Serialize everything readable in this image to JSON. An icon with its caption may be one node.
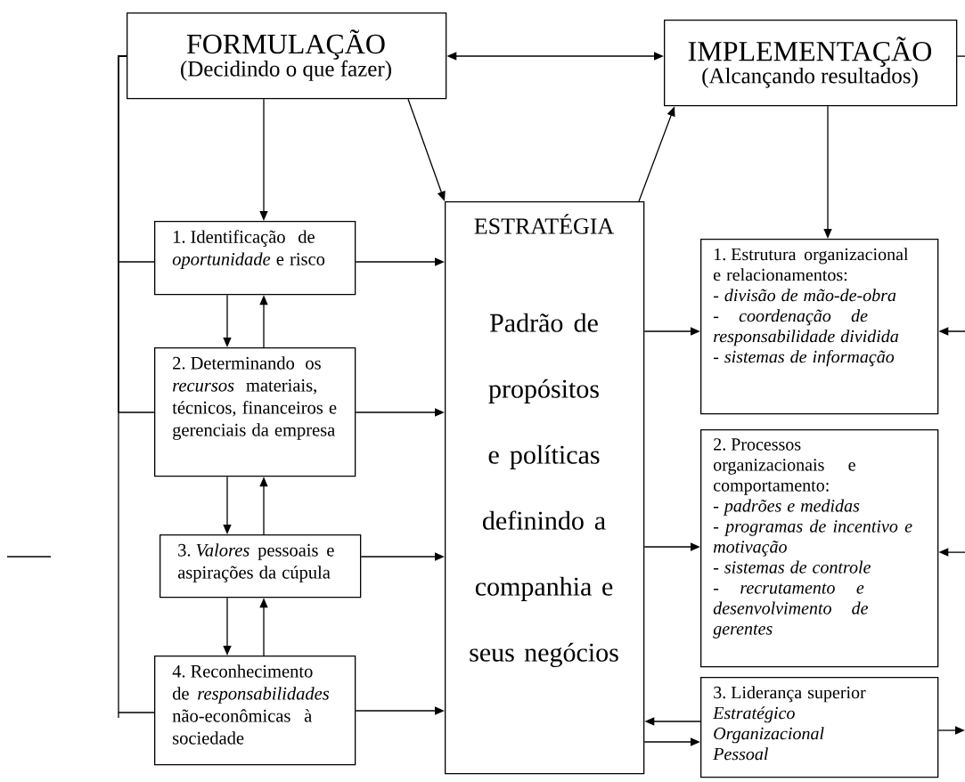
{
  "diagram": {
    "nodes": [
      {
        "text": [
          "FORMULAÇÃO",
          "(Decidindo o que fazer)"
        ]
      },
      {
        "text": [
          "IMPLEMENTAÇÃO",
          "(Alcançando resultados)"
        ]
      },
      {
        "text": [
          "1. Identificação de *oportunidade* e risco"
        ]
      },
      {
        "text": [
          "2. Determinando os *recursos* materiais, técnicos, financeiros e gerenciais da empresa"
        ]
      },
      {
        "text": [
          "3. *Valores* pessoais e aspirações da cúpula"
        ]
      },
      {
        "text": [
          "4. Reconhecimento de *responsabilidades* não-econômicas à sociedade"
        ]
      },
      {
        "text": [
          "ESTRATÉGIA",
          "Padrão de propósitos e políticas definindo a companhia e seus negócios"
        ]
      },
      {
        "text": [
          "1. Estrutura organizacional e relacionamentos:",
          "- divisão de mão-de-obra",
          "- coordenação de responsabilidade dividida",
          "- sistemas de informação"
        ]
      },
      {
        "text": [
          "2. Processos organizacionais e comportamento:",
          "- padrões e medidas",
          "- programas de incentivo e motivação",
          "- sistemas de controle",
          "- recrutamento e desenvolvimento de gerentes"
        ]
      },
      {
        "text": [
          "3. Liderança superior",
          "Estratégico",
          "Organizacional",
          "Pessoal"
        ]
      }
    ],
    "edges": [
      {
        "from": 0,
        "to": 1,
        "arrow": "both"
      },
      {
        "from": 0,
        "to": 2,
        "arrow": "to"
      },
      {
        "from": 0,
        "to": 6,
        "arrow": "to"
      },
      {
        "from": 6,
        "to": 1,
        "arrow": "to"
      },
      {
        "from": 1,
        "to": 7,
        "arrow": "to"
      },
      {
        "from": 2,
        "to": 3,
        "arrow": "to"
      },
      {
        "from": 3,
        "to": 2,
        "arrow": "to"
      },
      {
        "from": 3,
        "to": 4,
        "arrow": "to"
      },
      {
        "from": 4,
        "to": 3,
        "arrow": "to"
      },
      {
        "from": 4,
        "to": 5,
        "arrow": "to"
      },
      {
        "from": 5,
        "to": 4,
        "arrow": "to"
      },
      {
        "from": 2,
        "to": 6,
        "arrow": "to"
      },
      {
        "from": 3,
        "to": 6,
        "arrow": "to"
      },
      {
        "from": 4,
        "to": 6,
        "arrow": "to"
      },
      {
        "from": 5,
        "to": 6,
        "arrow": "to"
      },
      {
        "from": 6,
        "to": 7,
        "arrow": "to"
      },
      {
        "from": 6,
        "to": 8,
        "arrow": "to"
      },
      {
        "from": 9,
        "to": 6,
        "arrow": "to"
      },
      {
        "from": 6,
        "to": 9,
        "arrow": "to"
      },
      {
        "from": 0,
        "to": 2,
        "arrow": "none"
      },
      {
        "from": 0,
        "to": 3,
        "arrow": "none"
      },
      {
        "from": 0,
        "to": 5,
        "arrow": "none"
      },
      {
        "from": null,
        "to": 7,
        "arrow": "to"
      },
      {
        "from": null,
        "to": 8,
        "arrow": "to"
      },
      {
        "from": 9,
        "to": null,
        "arrow": "to"
      },
      {
        "from": 1,
        "to": null,
        "arrow": "none"
      }
    ]
  }
}
